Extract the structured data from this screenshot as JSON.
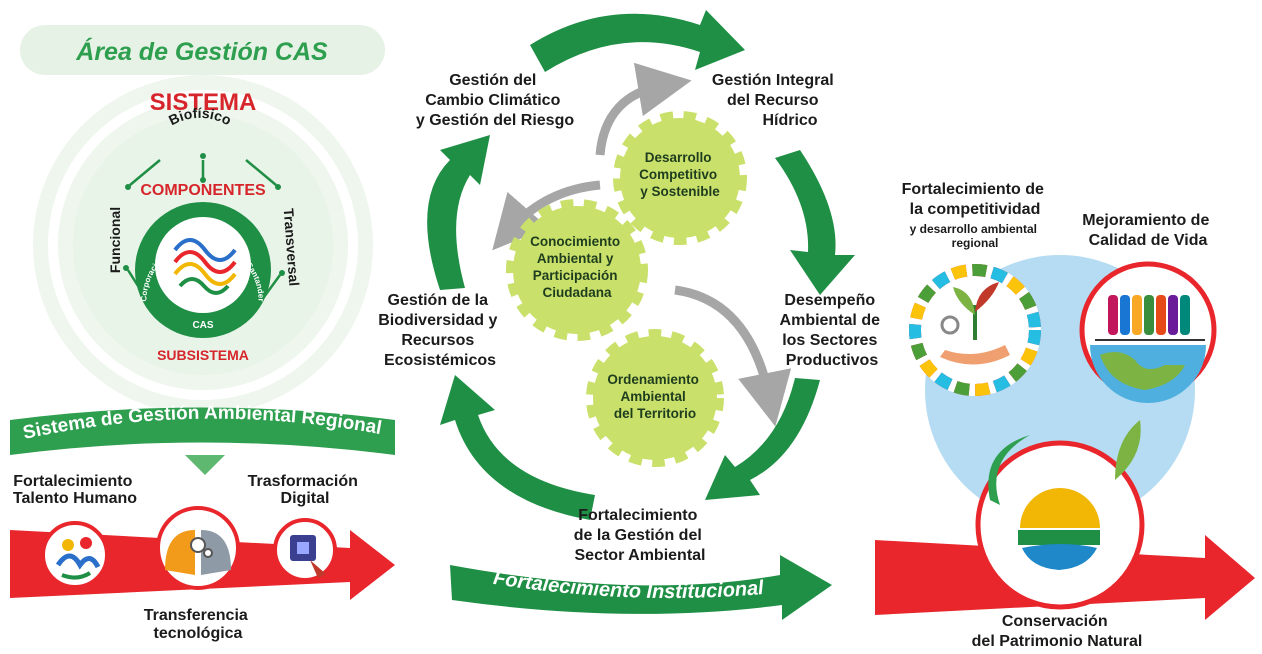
{
  "left": {
    "area_title": "Área de Gestión CAS",
    "sistema": "SISTEMA",
    "biofisico": "Biofísico",
    "componentes": "COMPONENTES",
    "funcional": "Funcional",
    "transversal": "Transversal",
    "corp_name": "Corporación Autónoma Regional de Santander",
    "cas": "CAS",
    "subsistema": "SUBSISTEMA",
    "sigar_banner": "Sistema de Gestión Ambiental Regional",
    "talento_1": "Fortalecimiento",
    "talento_2": "Talento Humano",
    "digital_1": "Trasformación",
    "digital_2": "Digital",
    "transfer_1": "Transferencia",
    "transfer_2": "tecnológica"
  },
  "center": {
    "cambio": [
      "Gestión del",
      "Cambio Climático",
      "y Gestión del Riesgo"
    ],
    "hidrico": [
      "Gestión Integral",
      "del Recurso",
      "Hídrico"
    ],
    "biodiversidad": [
      "Gestión de la",
      "Biodiversidad y",
      "Recursos",
      "Ecosistémicos"
    ],
    "desempeno": [
      "Desempeño",
      "Ambiental de",
      "los Sectores",
      "Productivos"
    ],
    "sector": [
      "Fortalecimiento",
      "de la Gestión del",
      "Sector Ambiental"
    ],
    "gear_desarrollo": [
      "Desarrollo",
      "Competitivo",
      "y Sostenible"
    ],
    "gear_conocimiento": [
      "Conocimiento",
      "Ambiental y",
      "Participación",
      "Ciudadana"
    ],
    "gear_ordenamiento": [
      "Ordenamiento",
      "Ambiental",
      "del Territorio"
    ],
    "institucional_banner": "Fortalecimiento Institucional"
  },
  "right": {
    "competitividad": [
      "Fortalecimiento de",
      "la competitividad"
    ],
    "competitividad_sub": [
      "y desarrollo ambiental",
      "regional"
    ],
    "calidad": [
      "Mejoramiento de",
      "Calidad de Vida"
    ],
    "conservacion": [
      "Conservación",
      "del Patrimonio Natural"
    ]
  },
  "colors": {
    "dark_green": "#1f8f45",
    "banner_green": "#2e9e4f",
    "light_green_bg": "#e6f2e6",
    "gear_green": "#c9e06a",
    "red_arrow": "#e8262c",
    "sky_blue": "#b5dcf2",
    "red_text": "#d7262b",
    "grey_arrow": "#a6a6a6"
  },
  "icons": [
    "talento-humano-icon",
    "brain-gears-icon",
    "chip-hand-icon",
    "plant-hand-sdg-icon",
    "people-earth-icon",
    "landscape-leaf-icon"
  ]
}
